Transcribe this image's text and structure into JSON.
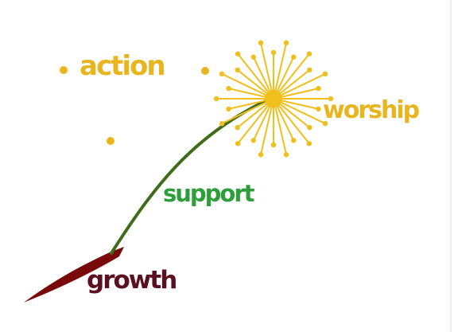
{
  "labels": {
    "action": "action",
    "worship": "worship",
    "support": "support",
    "growth": "growth"
  },
  "colors": {
    "action": "#e8b51e",
    "worship": "#e8b51e",
    "support": "#2e9e3a",
    "growth": "#5a1020",
    "flower": "#f0bf1c",
    "stem": "#3f6b1a",
    "root": "#7a0a0a",
    "dot": "#e8b51e"
  },
  "icons": {
    "flower": "dandelion-burst-icon",
    "stem": "stem-curve-icon",
    "root": "red-root-shape-icon",
    "dots": "decorative-dot-icon"
  }
}
